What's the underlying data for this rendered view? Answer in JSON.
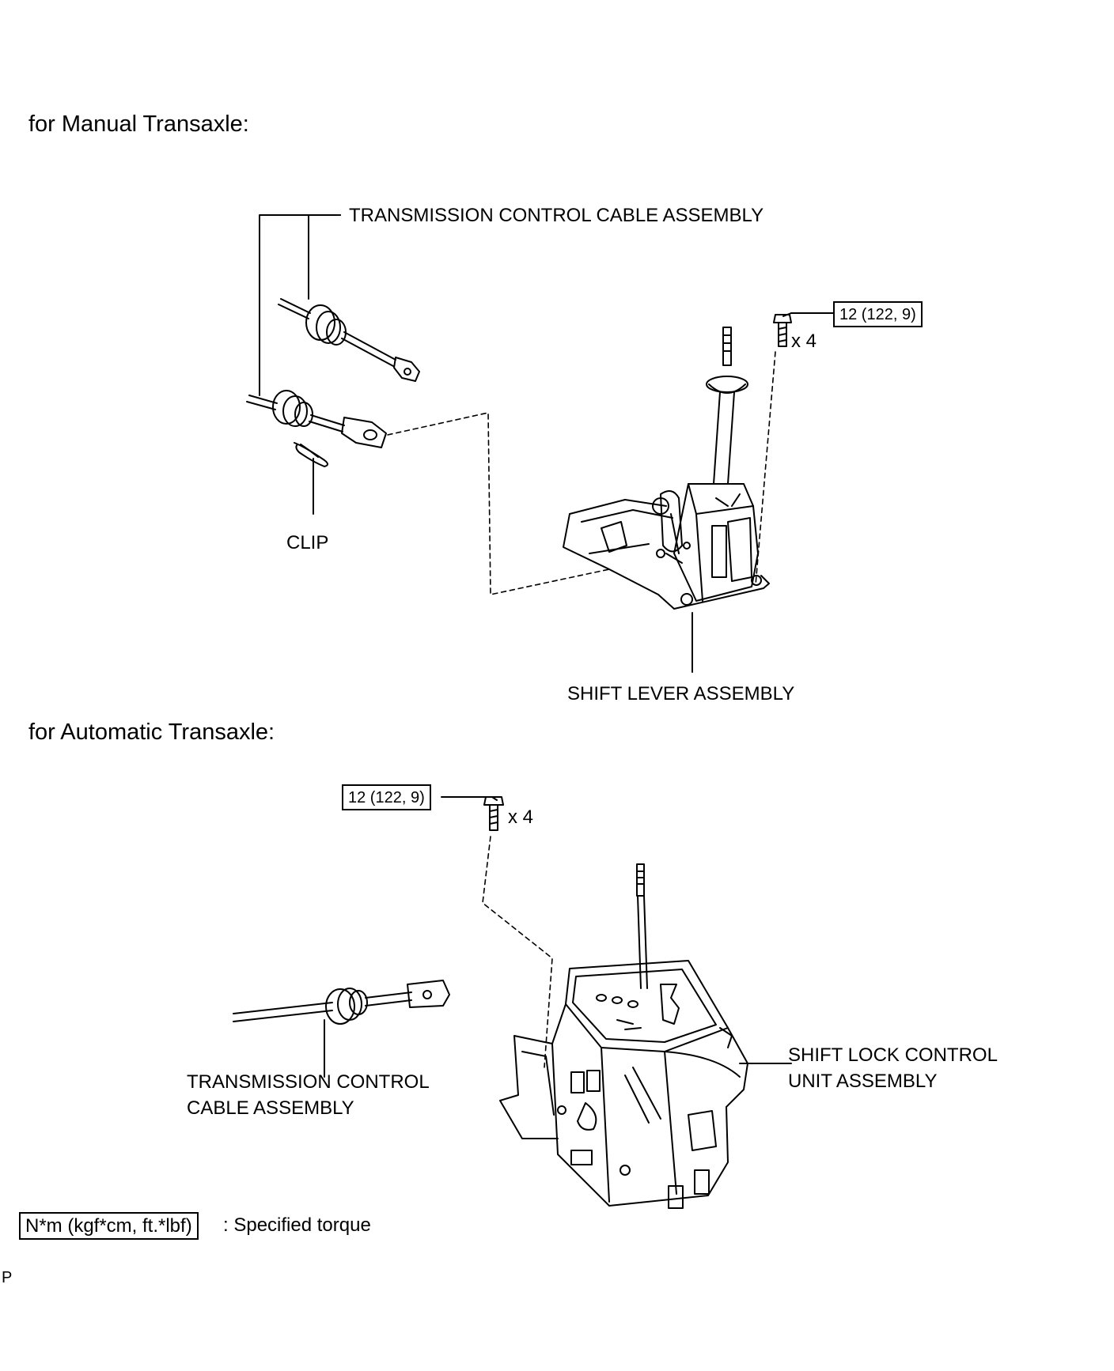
{
  "manual": {
    "heading": "for Manual Transaxle:",
    "cable_label": "TRANSMISSION CONTROL CABLE ASSEMBLY",
    "torque_label": "12 (122, 9)",
    "bolt_qty": "x 4",
    "clip_label": "CLIP",
    "shift_lever_label": "SHIFT LEVER ASSEMBLY"
  },
  "automatic": {
    "heading": "for Automatic Transaxle:",
    "torque_label": "12 (122, 9)",
    "bolt_qty": "x 4",
    "cable_label_line1": "TRANSMISSION CONTROL",
    "cable_label_line2": "CABLE ASSEMBLY",
    "shift_lock_label_line1": "SHIFT LOCK CONTROL",
    "shift_lock_label_line2": "UNIT ASSEMBLY"
  },
  "legend": {
    "unit_box": "N*m (kgf*cm, ft.*lbf)",
    "description": ": Specified torque"
  },
  "footer": {
    "corner_mark": "P"
  }
}
